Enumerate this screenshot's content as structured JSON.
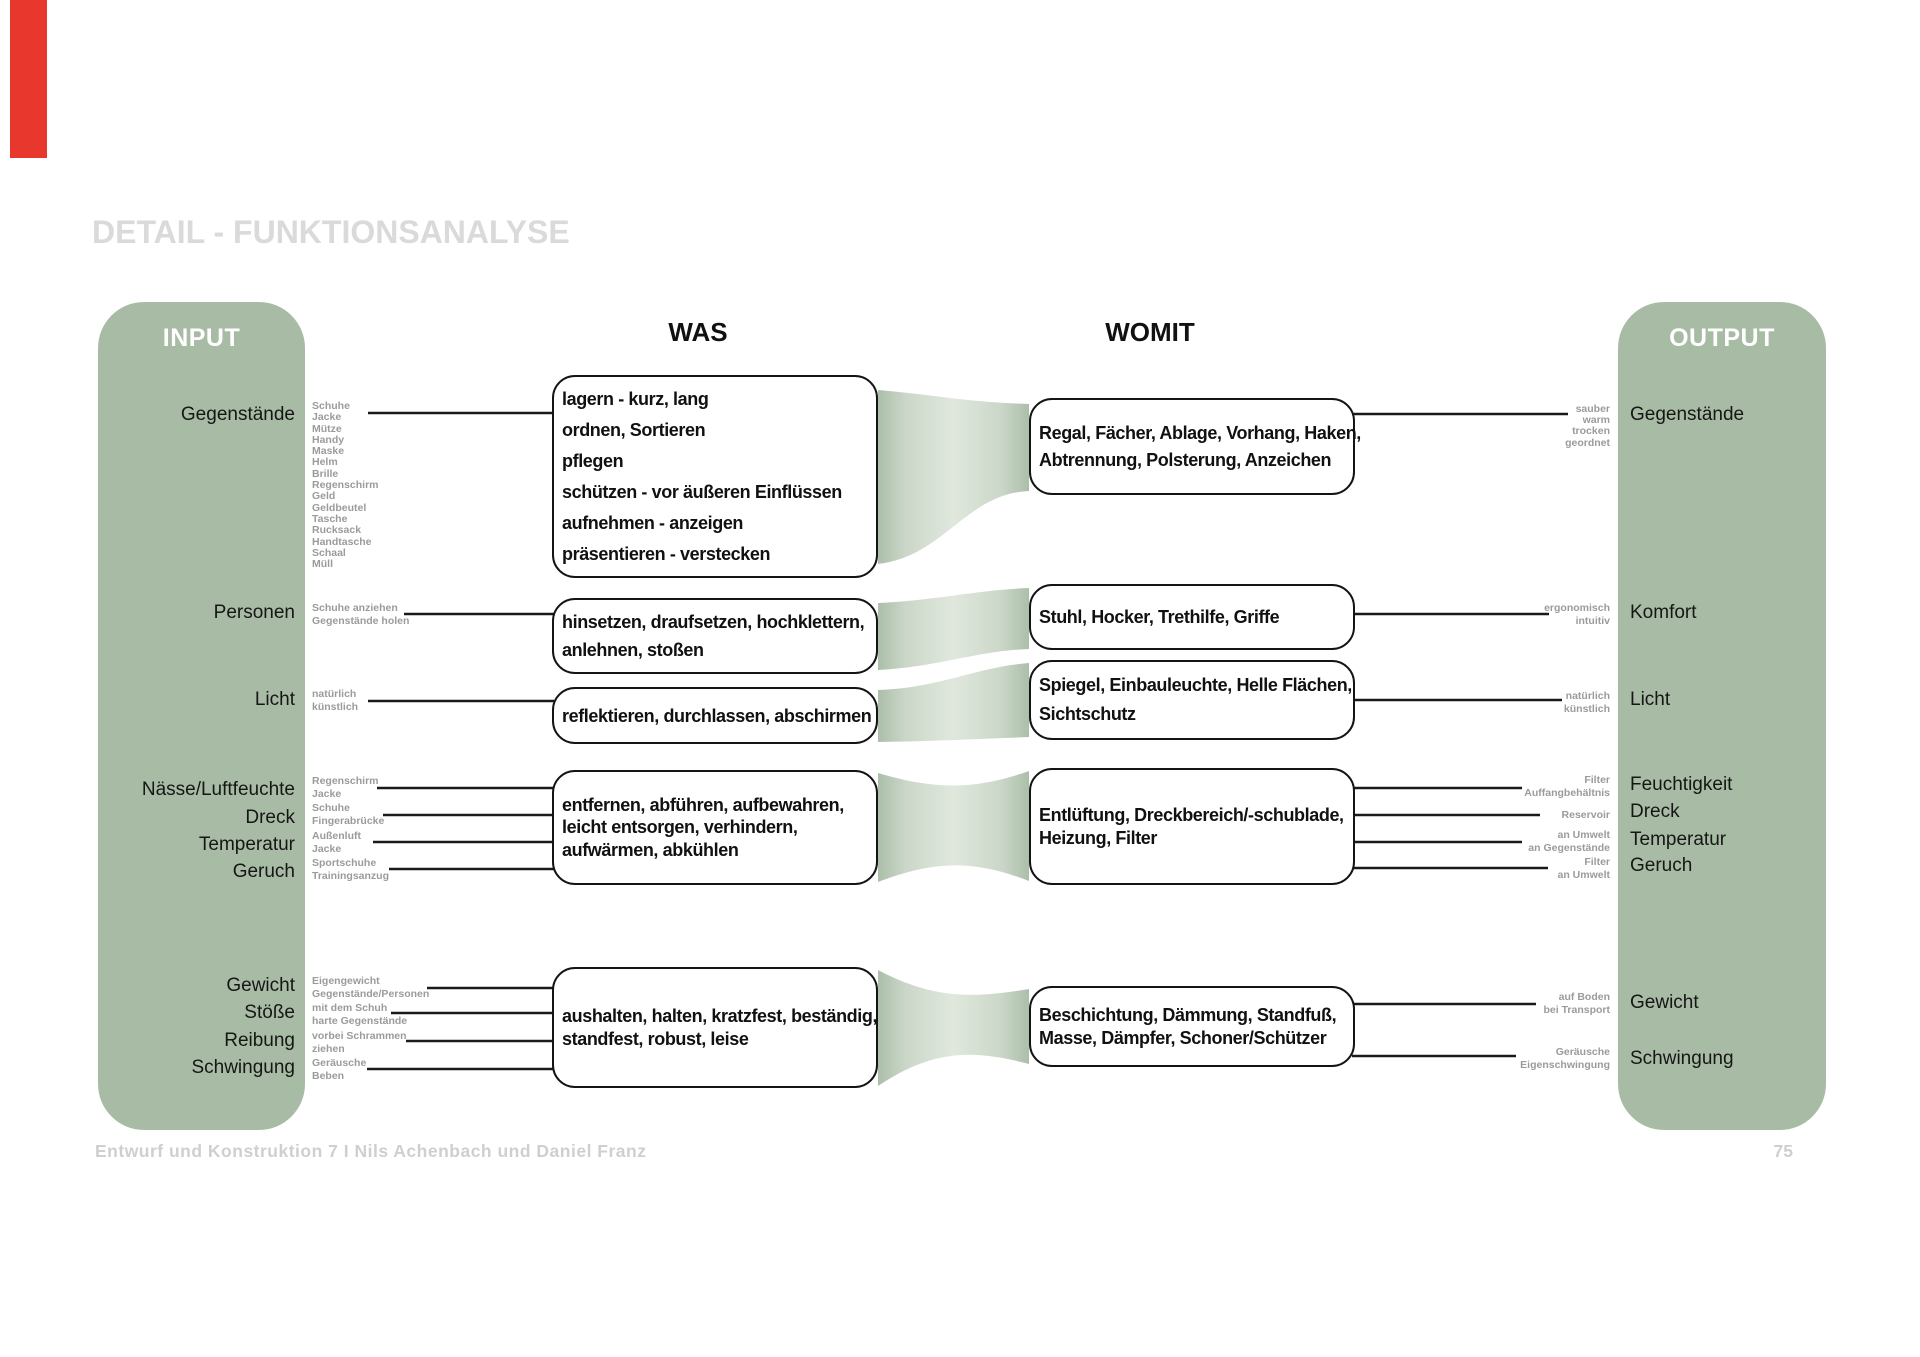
{
  "colors": {
    "panel-green": "#a8bca5",
    "flow-dark": "#a4b9a2",
    "flow-mid": "#c6d3c3",
    "flow-light": "#dfe7dc",
    "chapter-red": "#e8382d",
    "line-black": "#1a1a1a",
    "title-gray": "#dadada",
    "footer-gray": "#cfcfcf",
    "sublabel-gray": "#9b9b9b"
  },
  "title": "DETAIL - FUNKTIONSANALYSE",
  "headers": {
    "input": "INPUT",
    "was": "WAS",
    "womit": "WOMIT",
    "output": "OUTPUT"
  },
  "input_rows": {
    "gegenstaende": "Gegenstände",
    "personen": "Personen",
    "licht": "Licht",
    "naesse": "Nässe/Luftfeuchte",
    "dreck": "Dreck",
    "temperatur": "Temperatur",
    "geruch": "Geruch",
    "gewicht": "Gewicht",
    "stoesse": "Stöße",
    "reibung": "Reibung",
    "schwingung": "Schwingung"
  },
  "input_sublabels": {
    "gegenstaende": [
      "Schuhe",
      "Jacke",
      "Mütze",
      "Handy",
      "Maske",
      "Helm",
      "Brille",
      "Regenschirm",
      "Geld",
      "Geldbeutel",
      "Tasche",
      "Rucksack",
      "Handtasche",
      "Schaal",
      "Müll"
    ],
    "personen": [
      "Schuhe anziehen",
      "Gegenstände holen"
    ],
    "licht": [
      "natürlich",
      "künstlich"
    ],
    "naesse": [
      "Regenschirm",
      "Jacke"
    ],
    "dreck": [
      "Schuhe",
      "Fingerabrücke"
    ],
    "temperatur": [
      "Außenluft",
      "Jacke"
    ],
    "geruch": [
      "Sportschuhe",
      "Trainingsanzug"
    ],
    "gewicht": [
      "Eigengewicht",
      "Gegenstände/Personen"
    ],
    "stoesse": [
      "mit dem Schuh",
      "harte Gegenstände"
    ],
    "reibung": [
      "vorbei Schrammen",
      "ziehen"
    ],
    "schwingung": [
      "Geräusche",
      "Beben"
    ]
  },
  "was_boxes": [
    {
      "lines": [
        "lagern - kurz, lang",
        "ordnen, Sortieren",
        "pflegen",
        "schützen - vor äußeren Einflüssen",
        "aufnehmen - anzeigen",
        "präsentieren - verstecken"
      ]
    },
    {
      "lines": [
        "hinsetzen, draufsetzen, hochklettern,",
        "anlehnen, stoßen"
      ]
    },
    {
      "lines": [
        "reflektieren, durchlassen, abschirmen"
      ]
    },
    {
      "lines": [
        "entfernen, abführen, aufbewahren,",
        "leicht entsorgen, verhindern,",
        "aufwärmen, abkühlen"
      ]
    },
    {
      "lines": [
        "aushalten, halten, kratzfest, beständig,",
        "standfest, robust, leise"
      ]
    }
  ],
  "womit_boxes": [
    {
      "lines": [
        "Regal, Fächer, Ablage, Vorhang, Haken,",
        "Abtrennung, Polsterung, Anzeichen"
      ]
    },
    {
      "lines": [
        "Stuhl, Hocker, Trethilfe, Griffe"
      ]
    },
    {
      "lines": [
        "Spiegel, Einbauleuchte, Helle Flächen,",
        "Sichtschutz"
      ]
    },
    {
      "lines": [
        "Entlüftung, Dreckbereich/-schublade,",
        "Heizung, Filter"
      ]
    },
    {
      "lines": [
        "Beschichtung, Dämmung, Standfuß,",
        "Masse, Dämpfer, Schoner/Schützer"
      ]
    }
  ],
  "output_rows": {
    "gegenstaende": "Gegenstände",
    "komfort": "Komfort",
    "licht": "Licht",
    "feuchtigkeit": "Feuchtigkeit",
    "dreck": "Dreck",
    "temperatur": "Temperatur",
    "geruch": "Geruch",
    "gewicht": "Gewicht",
    "schwingung": "Schwingung"
  },
  "output_sublabels": {
    "gegenstaende": [
      "sauber",
      "warm",
      "trocken",
      "geordnet"
    ],
    "komfort": [
      "ergonomisch",
      "intuitiv"
    ],
    "licht": [
      "natürlich",
      "künstlich"
    ],
    "feuchtigkeit": [
      "Filter",
      "Auffangbehältnis"
    ],
    "dreck": [
      "Reservoir"
    ],
    "temperatur": [
      "an Umwelt",
      "an Gegenstände"
    ],
    "geruch": [
      "Filter",
      "an Umwelt"
    ],
    "gewicht": [
      "auf Boden",
      "bei Transport"
    ],
    "schwingung": [
      "Geräusche",
      "Eigenschwingung"
    ]
  },
  "footer": {
    "credit": "Entwurf und Konstruktion 7 I Nils Achenbach und Daniel Franz",
    "page": "75"
  }
}
